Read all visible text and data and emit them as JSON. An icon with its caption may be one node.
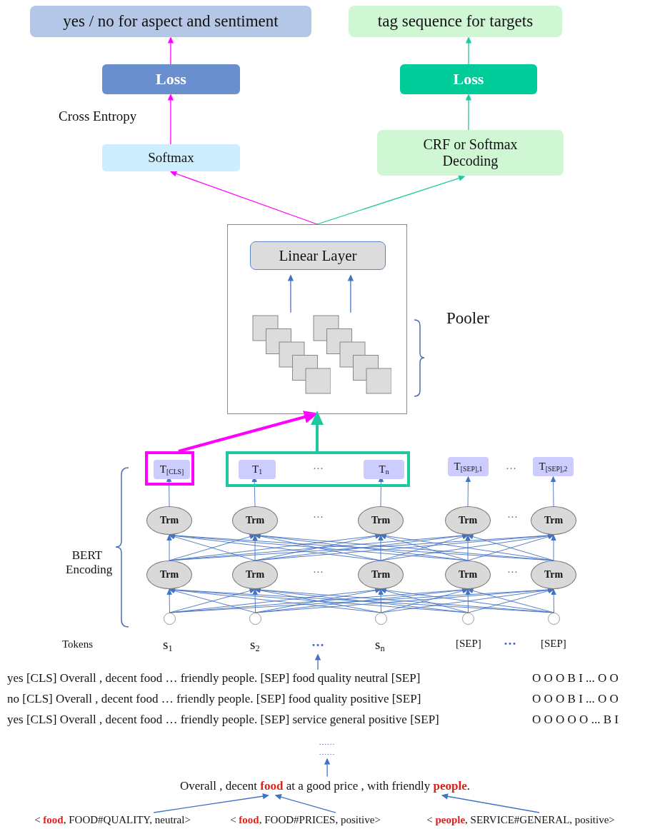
{
  "diagram": {
    "nodes": [
      {
        "text": [
          "yes / no for aspect and sentiment"
        ]
      },
      {
        "text": [
          "tag sequence for targets"
        ]
      },
      {
        "text": [
          "Loss"
        ]
      },
      {
        "text": [
          "Loss"
        ]
      },
      {
        "text": [
          "Softmax"
        ]
      },
      {
        "text": [
          "CRF or Softmax Decoding"
        ]
      },
      {
        "text": [],
        "shape": "box",
        "beside": [
          "Pooler"
        ]
      },
      {
        "text": [
          "Linear Layer"
        ],
        "in": 6
      },
      {
        "text": [],
        "shape": "box",
        "in": 6
      },
      {
        "text": [],
        "shape": "box",
        "in": 6
      },
      {
        "text": [],
        "shape": "box"
      },
      {
        "text": [
          "T$_{[CLS]}$"
        ],
        "in": 10
      },
      {
        "text": [],
        "shape": "box"
      },
      {
        "text": [
          "T$_{1}$"
        ],
        "in": 12
      },
      {
        "text": [
          "T$_{n}$"
        ],
        "in": 12
      },
      {
        "text": [
          "T$_{[SEP],1}$"
        ]
      },
      {
        "text": [
          "T$_{[SEP],2}$"
        ]
      },
      {
        "text": [
          "Trm"
        ]
      },
      {
        "text": [
          "Trm"
        ]
      },
      {
        "text": [
          "Trm"
        ]
      },
      {
        "text": [
          "Trm"
        ]
      },
      {
        "text": [
          "Trm"
        ]
      },
      {
        "text": [
          "Trm"
        ]
      },
      {
        "text": [
          "Trm"
        ]
      },
      {
        "text": [
          "Trm"
        ]
      },
      {
        "text": [
          "Trm"
        ]
      },
      {
        "text": [
          "Trm"
        ]
      },
      {
        "text": [],
        "shape": "circle"
      },
      {
        "text": [],
        "shape": "circle"
      },
      {
        "text": [],
        "shape": "circle"
      },
      {
        "text": [],
        "shape": "circle"
      },
      {
        "text": [],
        "shape": "circle"
      },
      {
        "text": [
          "···"
        ]
      },
      {
        "text": [
          "yes [CLS] Overall , decent food … friendly people. [SEP] food quality neutral [SEP]"
        ]
      },
      {
        "text": [
          "Overall , decent **food** at a good price , with friendly **people**."
        ]
      },
      {
        "text": [
          "......",
          "......"
        ]
      },
      {
        "text": [
          "< **food**, FOOD#QUALITY, neutral>"
        ]
      },
      {
        "text": [
          "< **food**, FOOD#PRICES, positive>"
        ]
      },
      {
        "text": [
          "< **people**, SERVICE#GENERAL, positive>"
        ]
      }
    ],
    "edges": [
      {
        "from": 2,
        "to": 0,
        "arrow": "to",
        "color": "#ff00ff"
      },
      {
        "from": 3,
        "to": 1,
        "arrow": "to",
        "color": "#1fc8a0"
      },
      {
        "from": 4,
        "to": 2,
        "arrow": "to",
        "color": "#ff00ff"
      },
      {
        "from": 5,
        "to": 3,
        "arrow": "to",
        "color": "#1fc8a0"
      },
      {
        "from": 6,
        "to": 4,
        "arrow": "to",
        "color": "#ff00ff"
      },
      {
        "from": 6,
        "to": 5,
        "arrow": "to",
        "color": "#1fc8a0"
      },
      {
        "from": 8,
        "to": 7,
        "arrow": "to"
      },
      {
        "from": 9,
        "to": 7,
        "arrow": "to"
      },
      {
        "from": 10,
        "to": 6,
        "arrow": "to",
        "style": "thick",
        "color": "#ff00ff"
      },
      {
        "from": 12,
        "to": 6,
        "arrow": "to",
        "style": "thick",
        "color": "#1fc8a0"
      },
      {
        "from": 17,
        "to": 11,
        "arrow": "to"
      },
      {
        "from": 18,
        "to": 13,
        "arrow": "to"
      },
      {
        "from": 19,
        "to": 14,
        "arrow": "to"
      },
      {
        "from": 20,
        "to": 15,
        "arrow": "to"
      },
      {
        "from": 21,
        "to": 16,
        "arrow": "to"
      },
      {
        "from": 22,
        "to": 17,
        "arrow": "to"
      },
      {
        "from": 22,
        "to": 18,
        "arrow": "to"
      },
      {
        "from": 22,
        "to": 19,
        "arrow": "to"
      },
      {
        "from": 22,
        "to": 20,
        "arrow": "to"
      },
      {
        "from": 22,
        "to": 21,
        "arrow": "to"
      },
      {
        "from": 23,
        "to": 17,
        "arrow": "to"
      },
      {
        "from": 23,
        "to": 18,
        "arrow": "to"
      },
      {
        "from": 23,
        "to": 19,
        "arrow": "to"
      },
      {
        "from": 23,
        "to": 20,
        "arrow": "to"
      },
      {
        "from": 23,
        "to": 21,
        "arrow": "to"
      },
      {
        "from": 24,
        "to": 17,
        "arrow": "to"
      },
      {
        "from": 24,
        "to": 18,
        "arrow": "to"
      },
      {
        "from": 24,
        "to": 19,
        "arrow": "to"
      },
      {
        "from": 24,
        "to": 20,
        "arrow": "to"
      },
      {
        "from": 24,
        "to": 21,
        "arrow": "to"
      },
      {
        "from": 25,
        "to": 17,
        "arrow": "to"
      },
      {
        "from": 25,
        "to": 18,
        "arrow": "to"
      },
      {
        "from": 25,
        "to": 19,
        "arrow": "to"
      },
      {
        "from": 25,
        "to": 20,
        "arrow": "to"
      },
      {
        "from": 25,
        "to": 21,
        "arrow": "to"
      },
      {
        "from": 26,
        "to": 17,
        "arrow": "to"
      },
      {
        "from": 26,
        "to": 18,
        "arrow": "to"
      },
      {
        "from": 26,
        "to": 19,
        "arrow": "to"
      },
      {
        "from": 26,
        "to": 20,
        "arrow": "to"
      },
      {
        "from": 26,
        "to": 21,
        "arrow": "to"
      },
      {
        "from": 27,
        "to": 22,
        "arrow": "to"
      },
      {
        "from": 27,
        "to": 23,
        "arrow": "to"
      },
      {
        "from": 27,
        "to": 24,
        "arrow": "to"
      },
      {
        "from": 27,
        "to": 25,
        "arrow": "to"
      },
      {
        "from": 27,
        "to": 26,
        "arrow": "to"
      },
      {
        "from": 28,
        "to": 22,
        "arrow": "to"
      },
      {
        "from": 28,
        "to": 23,
        "arrow": "to"
      },
      {
        "from": 28,
        "to": 24,
        "arrow": "to"
      },
      {
        "from": 28,
        "to": 25,
        "arrow": "to"
      },
      {
        "from": 28,
        "to": 26,
        "arrow": "to"
      },
      {
        "from": 29,
        "to": 22,
        "arrow": "to"
      },
      {
        "from": 29,
        "to": 23,
        "arrow": "to"
      },
      {
        "from": 29,
        "to": 24,
        "arrow": "to"
      },
      {
        "from": 29,
        "to": 25,
        "arrow": "to"
      },
      {
        "from": 29,
        "to": 26,
        "arrow": "to"
      },
      {
        "from": 30,
        "to": 22,
        "arrow": "to"
      },
      {
        "from": 30,
        "to": 23,
        "arrow": "to"
      },
      {
        "from": 30,
        "to": 24,
        "arrow": "to"
      },
      {
        "from": 30,
        "to": 25,
        "arrow": "to"
      },
      {
        "from": 30,
        "to": 26,
        "arrow": "to"
      },
      {
        "from": 31,
        "to": 22,
        "arrow": "to"
      },
      {
        "from": 31,
        "to": 23,
        "arrow": "to"
      },
      {
        "from": 31,
        "to": 24,
        "arrow": "to"
      },
      {
        "from": 31,
        "to": 25,
        "arrow": "to"
      },
      {
        "from": 31,
        "to": 26,
        "arrow": "to"
      },
      {
        "from": 33,
        "to": 32,
        "arrow": "to"
      },
      {
        "from": 34,
        "to": 35,
        "arrow": "to"
      },
      {
        "from": 36,
        "to": 34,
        "arrow": "to"
      },
      {
        "from": 37,
        "to": 34,
        "arrow": "to"
      },
      {
        "from": 38,
        "to": 34,
        "arrow": "to"
      }
    ],
    "labels": [
      "Cross Entropy",
      "BERT Encoding",
      "···",
      "···",
      "···",
      "···",
      "···",
      "···",
      "Tokens",
      "s$_{1}$",
      "s$_{2}$",
      "s$_{n}$",
      "[SEP]",
      "···",
      "[SEP]",
      "O O O B I ... O O",
      "no  [CLS] Overall , decent food … friendly people. [SEP] food quality positive [SEP]",
      "O O O B I ... O O",
      "yes [CLS] Overall , decent food … friendly people. [SEP] service general positive  [SEP]",
      "O O O O O ... B I"
    ]
  }
}
